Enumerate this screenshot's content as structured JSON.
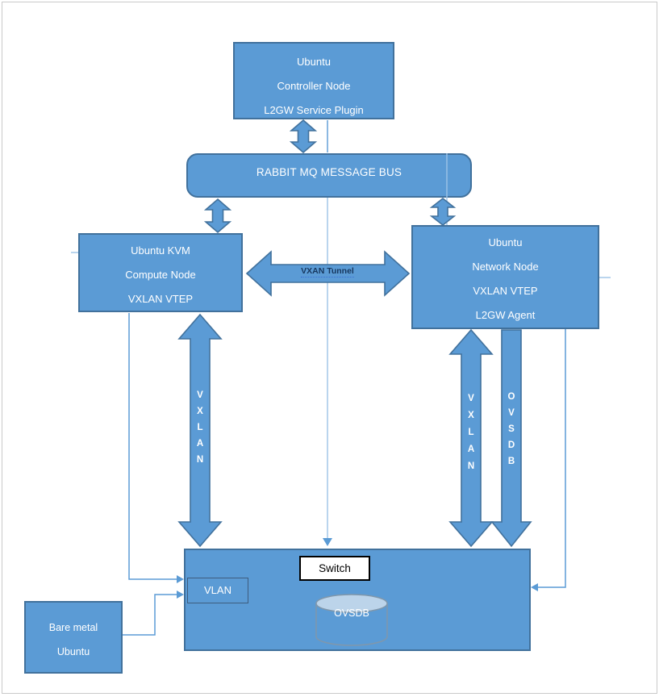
{
  "nodes": {
    "controller": {
      "lines": [
        "Ubuntu",
        "Controller Node",
        "L2GW Service Plugin"
      ]
    },
    "message_bus": {
      "label": "RABBIT MQ MESSAGE BUS"
    },
    "compute": {
      "lines": [
        "Ubuntu KVM",
        "Compute Node",
        "VXLAN VTEP"
      ]
    },
    "network": {
      "lines": [
        "Ubuntu",
        "Network Node",
        "VXLAN VTEP",
        "L2GW Agent"
      ]
    },
    "bare_metal": {
      "lines": [
        "Bare metal",
        "Ubuntu"
      ]
    },
    "switch": {
      "label": "Switch"
    },
    "vlan": {
      "label": "VLAN"
    },
    "ovsdb_store": {
      "label": "OVSDB"
    }
  },
  "connectors": {
    "tunnel": {
      "label": "VXAN Tunnel"
    },
    "vxlan_left": {
      "label": "VXLAN"
    },
    "vxlan_right": {
      "label": "VXLAN"
    },
    "ovsdb_flow": {
      "label": "OVSDB"
    }
  },
  "colors": {
    "node_fill": "#5b9bd5",
    "node_border": "#41719c",
    "text_on_node": "#ffffff",
    "tunnel_label_text": "#17375e",
    "thin_connector": "#5b9bd5",
    "light_connector": "#9dc3e6",
    "cylinder_top": "#bcd4ea",
    "cylinder_border": "#8097ab",
    "page_frame": "#c9c9c9"
  }
}
